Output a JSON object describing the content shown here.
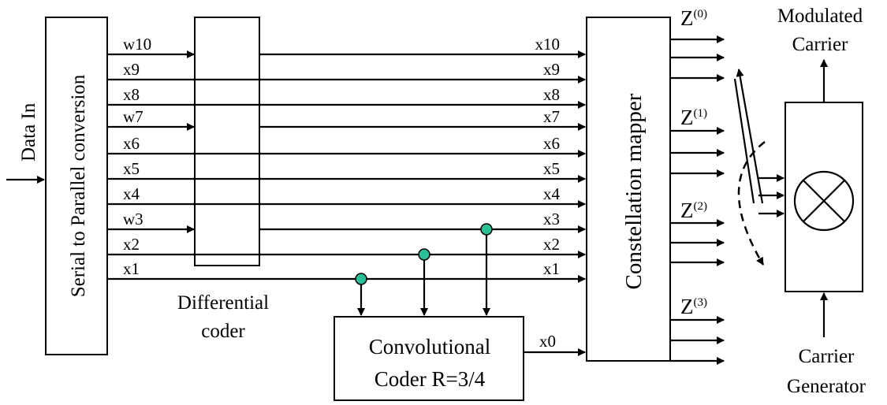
{
  "input": {
    "label": "Data In"
  },
  "serial_parallel": {
    "label": "Serial to Parallel conversion"
  },
  "differential_coder": {
    "line1": "Differential",
    "line2": "coder"
  },
  "convolutional_coder": {
    "line1": "Convolutional",
    "line2": "Coder R=3/4"
  },
  "constellation_mapper": {
    "label": "Constellation mapper"
  },
  "modulator": {
    "top_line1": "Modulated",
    "top_line2": "Carrier",
    "bottom_line1": "Carrier",
    "bottom_line2": "Generator"
  },
  "left_signals": [
    "w10",
    "x9",
    "x8",
    "w7",
    "x6",
    "x5",
    "x4",
    "w3",
    "x2",
    "x1"
  ],
  "right_signals": [
    "x10",
    "x9",
    "x8",
    "x7",
    "x6",
    "x5",
    "x4",
    "x3",
    "x2",
    "x1"
  ],
  "coder_output": "x0",
  "outputs": [
    {
      "base": "Z",
      "sup": "(0)"
    },
    {
      "base": "Z",
      "sup": "(1)"
    },
    {
      "base": "Z",
      "sup": "(2)"
    },
    {
      "base": "Z",
      "sup": "(3)"
    }
  ],
  "colors": {
    "tap_dot": "#2bbf95",
    "line": "#000000"
  }
}
